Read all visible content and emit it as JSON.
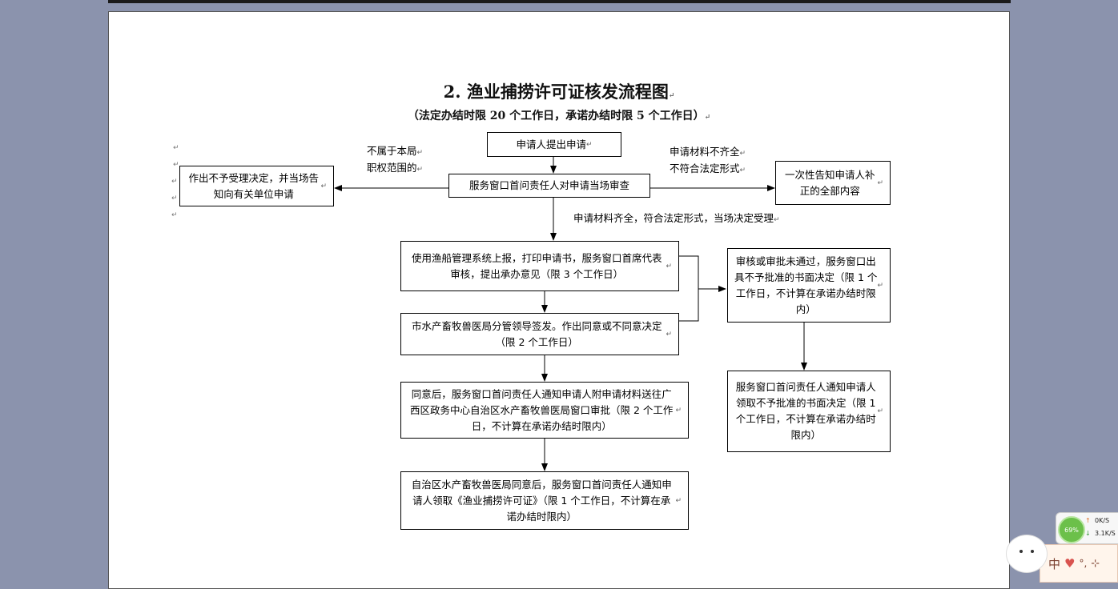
{
  "title": "2. 渔业捕捞许可证核发流程图",
  "subtitle": "（法定办结时限 20 个工作日，承诺办结时限 5 个工作日）",
  "pilcrow": "↵",
  "boxes": {
    "apply": "申请人提出申请",
    "onsite_review": "服务窗口首问责任人对申请当场审查",
    "reject": "作出不予受理决定，并当场告知向有关单位申请",
    "notify_correct": "一次性告知申请人补正的全部内容",
    "system_report": "使用渔船管理系统上报，打印申请书，服务窗口首席代表审核，提出承办意见（限 3 个工作日）",
    "bureau_sign": "市水产畜牧兽医局分管领导签发。作出同意或不同意决定（限 2 个工作日）",
    "send_region": "同意后，服务窗口首问责任人通知申请人附申请材料送往广西区政务中心自治区水产畜牧兽医局窗口审批（限 2 个工作日，不计算在承诺办结时限内）",
    "region_approve": "自治区水产畜牧兽医局同意后，服务窗口首问责任人通知申请人领取《渔业捕捞许可证》（限 1 个工作日，不计算在承诺办结时限内）",
    "not_pass": "审核或审批未通过，服务窗口出具不予批准的书面决定（限 1 个工作日，不计算在承诺办结时限内）",
    "notify_collect": "服务窗口首问责任人通知申请人领取不予批准的书面决定（限 1 个工作日，不计算在承诺办结时限内）"
  },
  "labels": {
    "not_in_scope_1": "不属于本局",
    "not_in_scope_2": "职权范围的",
    "incomplete_1": "申请材料不齐全",
    "incomplete_2": "不符合法定形式",
    "accepted": "申请材料齐全，符合法定形式，当场决定受理"
  },
  "widget": {
    "percent": "69%",
    "up_speed": "0K/S",
    "down_speed": "3.1K/S",
    "ime": "中"
  }
}
